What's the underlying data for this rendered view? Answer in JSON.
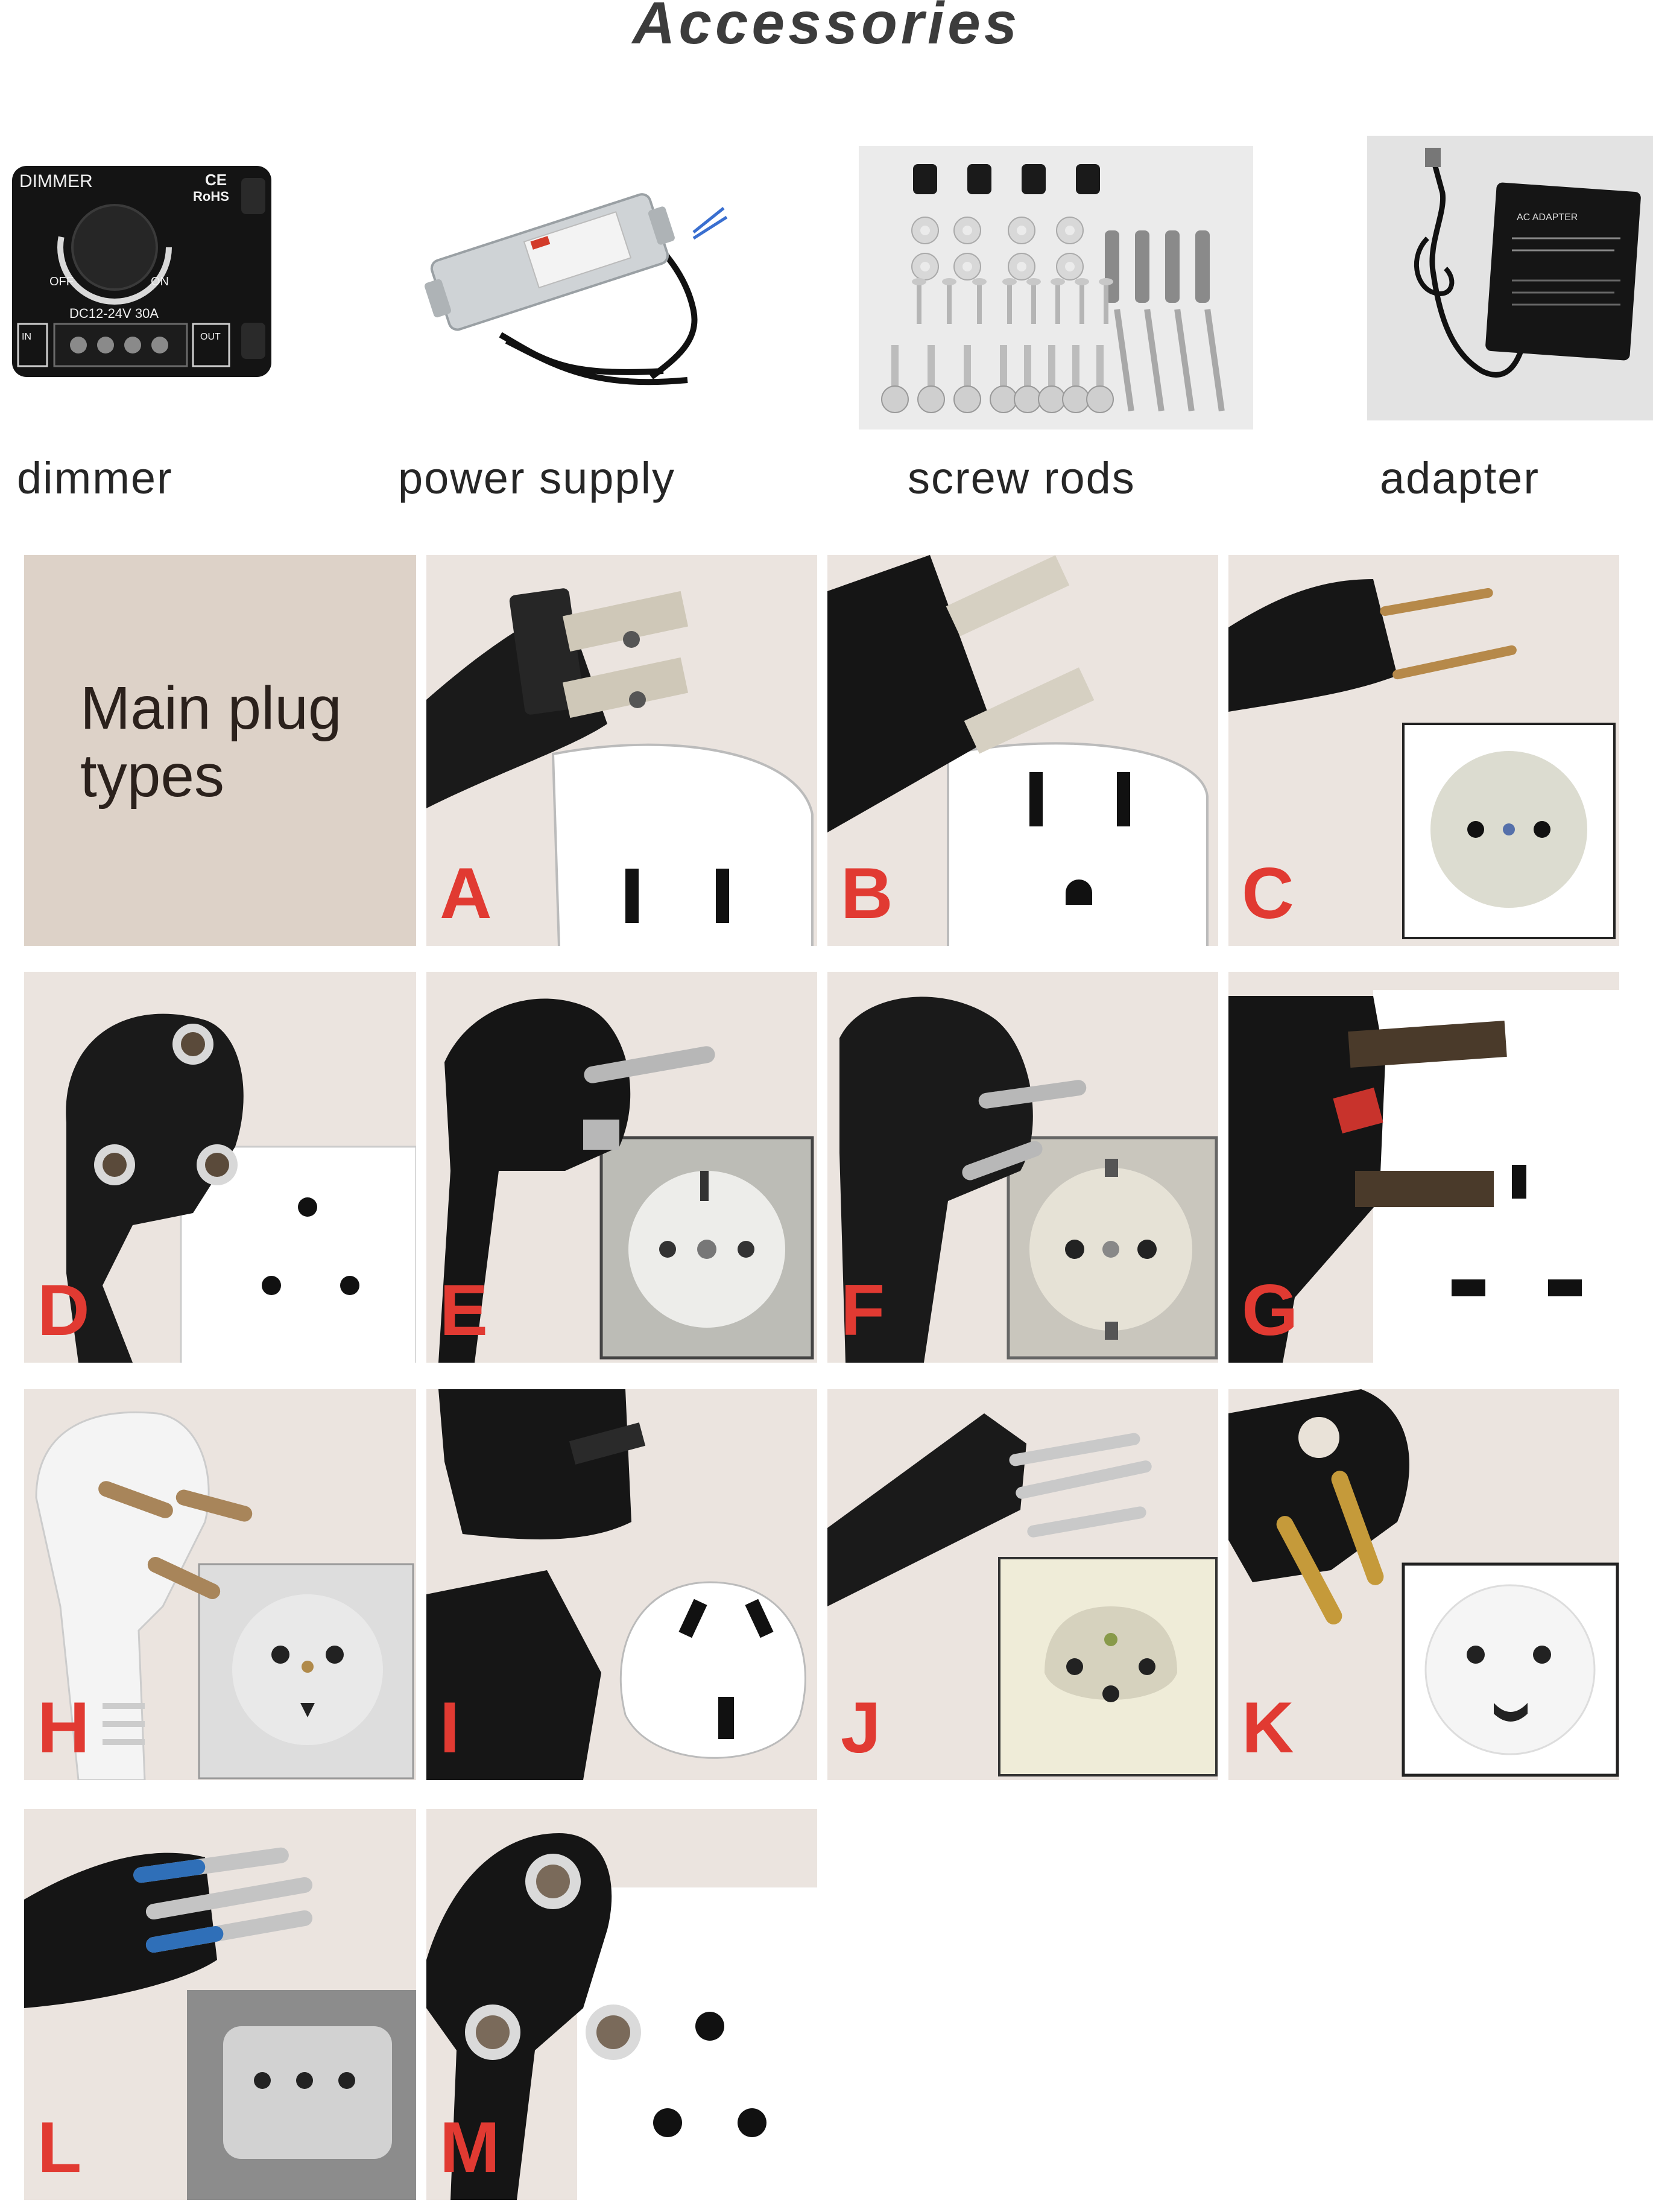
{
  "title": "Accessories",
  "accessories": [
    {
      "label": "dimmer"
    },
    {
      "label": "power supply"
    },
    {
      "label": "screw rods"
    },
    {
      "label": "adapter"
    }
  ],
  "dimmer_print": {
    "brand": "DIMMER",
    "ce": "CE",
    "rohs": "RoHS",
    "off": "OFF",
    "on": "ON",
    "spec": "DC12-24V  30A",
    "in": "IN",
    "out": "OUT"
  },
  "adapter_print": {
    "text": "AC ADAPTER"
  },
  "plug_section": {
    "line1": "Main plug",
    "line2": "types"
  },
  "plug_types": [
    {
      "letter": "A"
    },
    {
      "letter": "B"
    },
    {
      "letter": "C"
    },
    {
      "letter": "D"
    },
    {
      "letter": "E"
    },
    {
      "letter": "F"
    },
    {
      "letter": "G"
    },
    {
      "letter": "H"
    },
    {
      "letter": "I"
    },
    {
      "letter": "J"
    },
    {
      "letter": "K"
    },
    {
      "letter": "L"
    },
    {
      "letter": "M"
    }
  ]
}
